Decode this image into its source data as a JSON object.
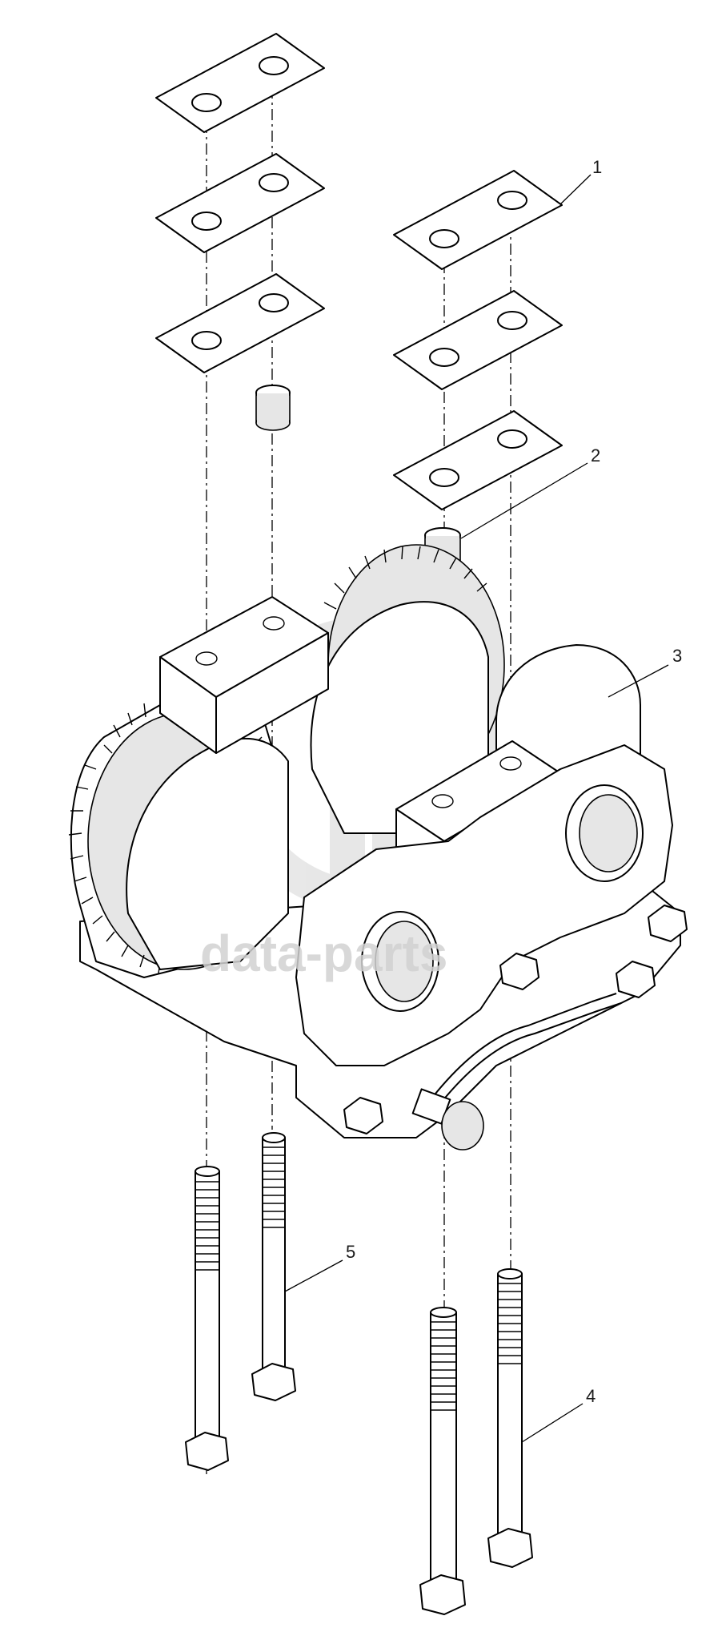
{
  "watermark": {
    "text": "data-parts",
    "logo_icon": "data-parts-logo-icon",
    "color": "#d2d2d2"
  },
  "callouts": [
    {
      "id": "1",
      "label": "1"
    },
    {
      "id": "2",
      "label": "2"
    },
    {
      "id": "3",
      "label": "3"
    },
    {
      "id": "4",
      "label": "4"
    },
    {
      "id": "5",
      "label": "5"
    }
  ],
  "colors": {
    "line": "#000000",
    "background": "#ffffff",
    "label": "#1a1a1a"
  }
}
